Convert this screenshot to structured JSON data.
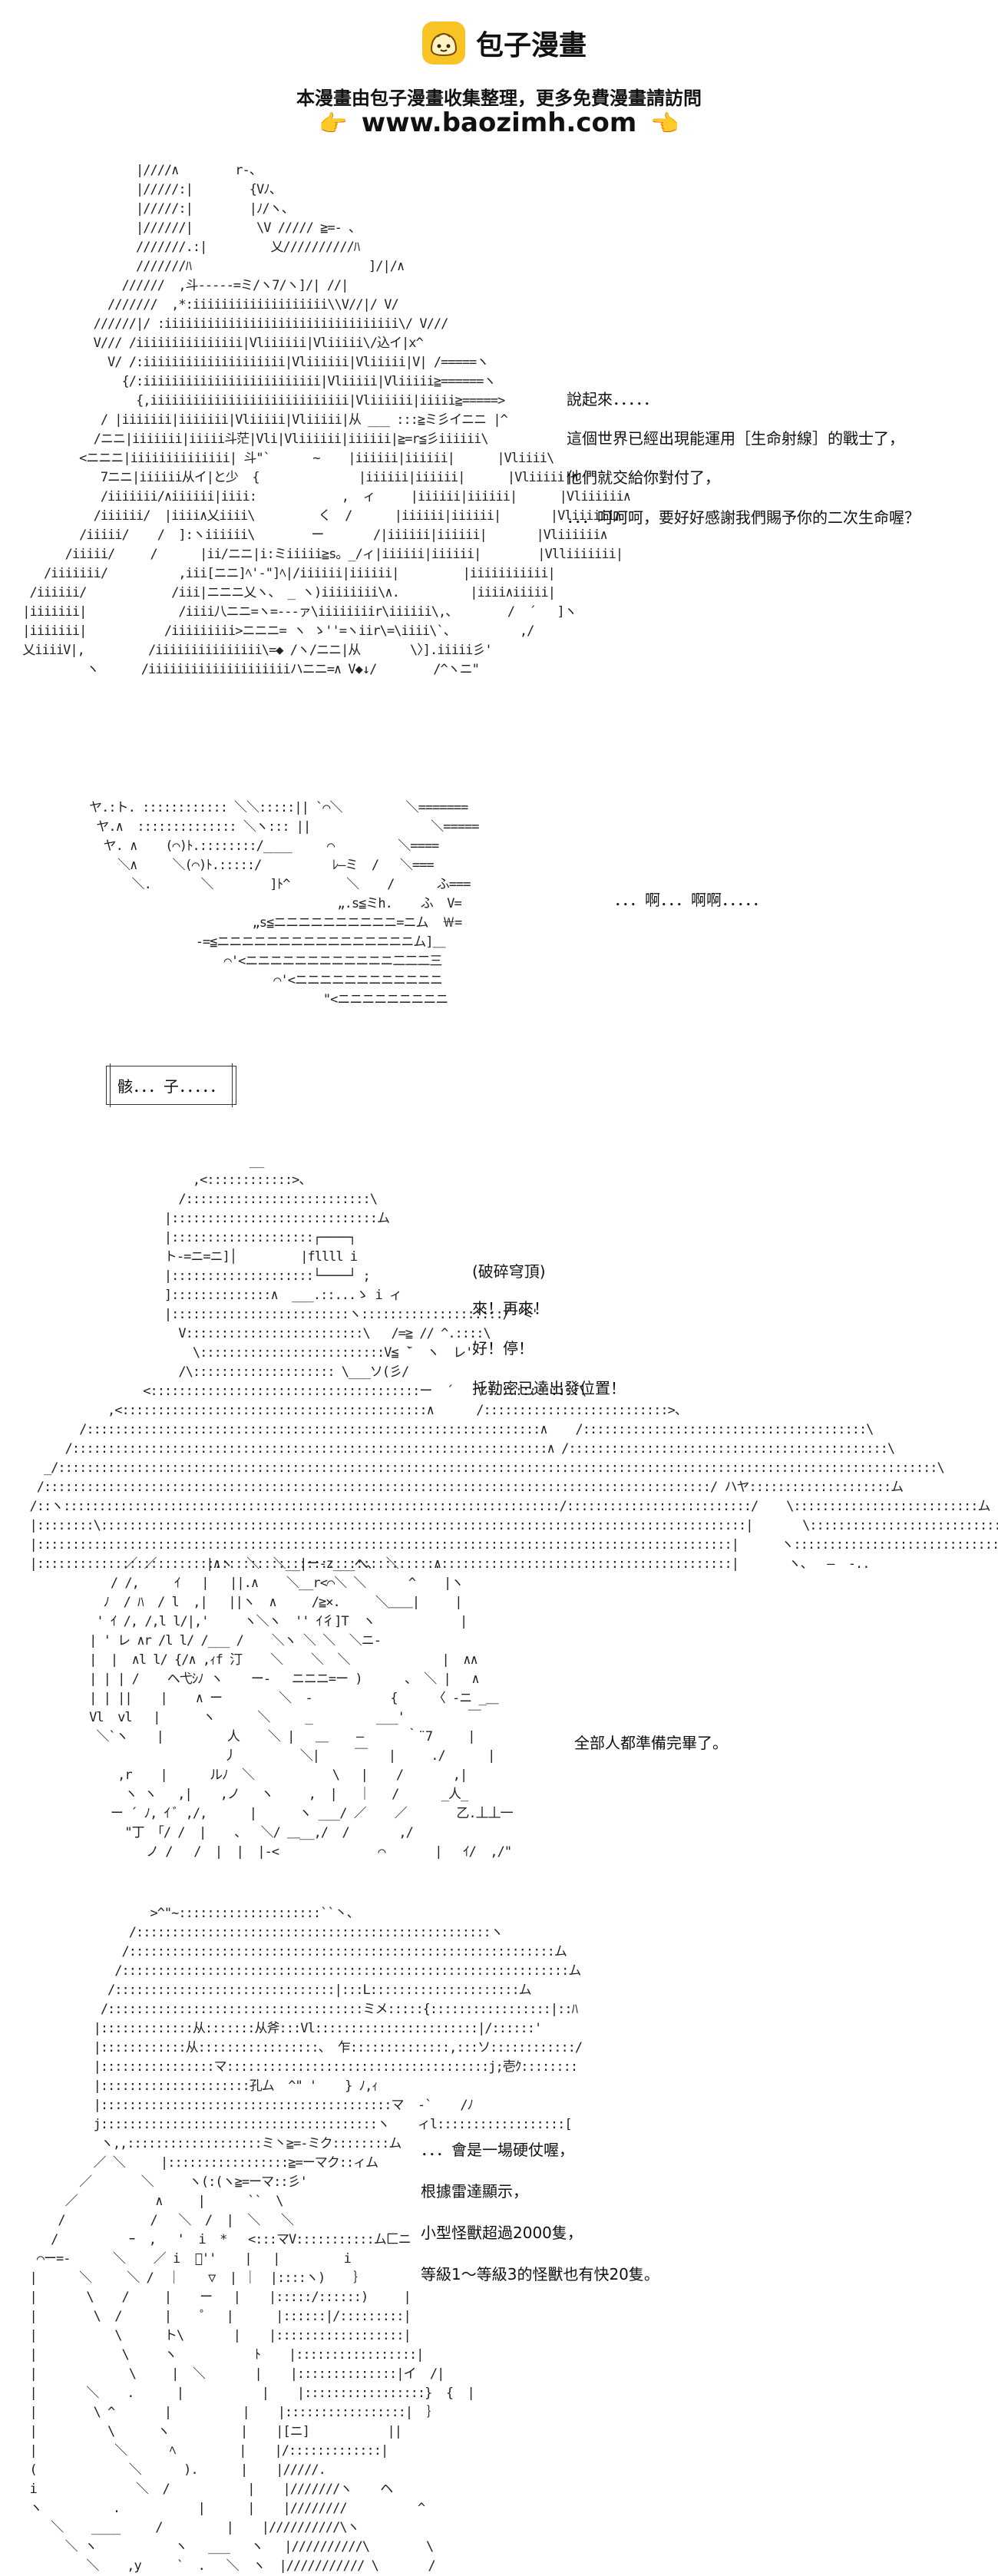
{
  "header": {
    "logo_text": "包子漫畫",
    "notice": "本漫畫由包子漫畫收集整理，更多免費漫畫請訪問",
    "url": "www.baozimh.com",
    "hand_left_icon": "pointing-right-hand",
    "hand_right_icon": "pointing-left-hand"
  },
  "panels": {
    "p1_lines": [
      "說起來．．．．．",
      "這個世界已經出現能運用［生命射線］的戰士了，",
      "他們就交給你對付了，",
      "．．．呵呵呵，要好好感謝我們賜予你的二次生命喔？"
    ],
    "p2_line": "．．．啊．．．啊啊．．．．．",
    "p3_box": "骸．．．子．．．．．",
    "p4_lines": [
      "(破碎穹頂)",
      "來！再來！",
      "好！停！",
      "托勒密已達出發位置！"
    ],
    "p5_line": "全部人都準備完畢了。",
    "p6_lines": [
      "．．．會是一場硬仗喔，",
      "根據雷達顯示，",
      "小型怪獸超過2000隻，",
      "等級1～等級3的怪獸也有快20隻。"
    ]
  }
}
